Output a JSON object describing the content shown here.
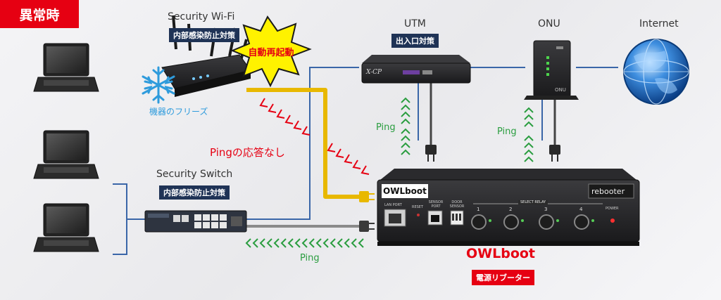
{
  "badge": {
    "state": "異常時"
  },
  "router": {
    "title": "Security Wi-Fi",
    "tag": "内部感染防止対策",
    "freeze_label": "機器のフリーズ"
  },
  "burst": {
    "text": "自動再起動"
  },
  "switch": {
    "title": "Security Switch",
    "tag": "内部感染防止対策"
  },
  "utm": {
    "title": "UTM",
    "tag": "出入口対策",
    "brand": "X-CP"
  },
  "onu": {
    "title": "ONU",
    "body_text": "ONU"
  },
  "internet": {
    "title": "Internet"
  },
  "device": {
    "name": "OWLboot",
    "tag": "電源リブーター",
    "logo": "OWLboot",
    "rebooter": "rebooter",
    "lan_port": "LAN PORT",
    "reset": "RESET",
    "sensor_port": "SENSOR PORT",
    "door_sensor": "DOOR SENSOR",
    "select_relay": "SELECT RELAY",
    "power": "POWER",
    "relay_numbers": [
      "1",
      "2",
      "3",
      "4"
    ]
  },
  "ping": {
    "no_reply": "Pingの応答なし",
    "utm": "Ping",
    "onu": "Ping",
    "switch": "Ping"
  },
  "colors": {
    "red": "#e60012",
    "navy": "#1f3356",
    "green": "#2a9d3f",
    "yellow": "#e8b800",
    "blue_line": "#3a66a8"
  }
}
